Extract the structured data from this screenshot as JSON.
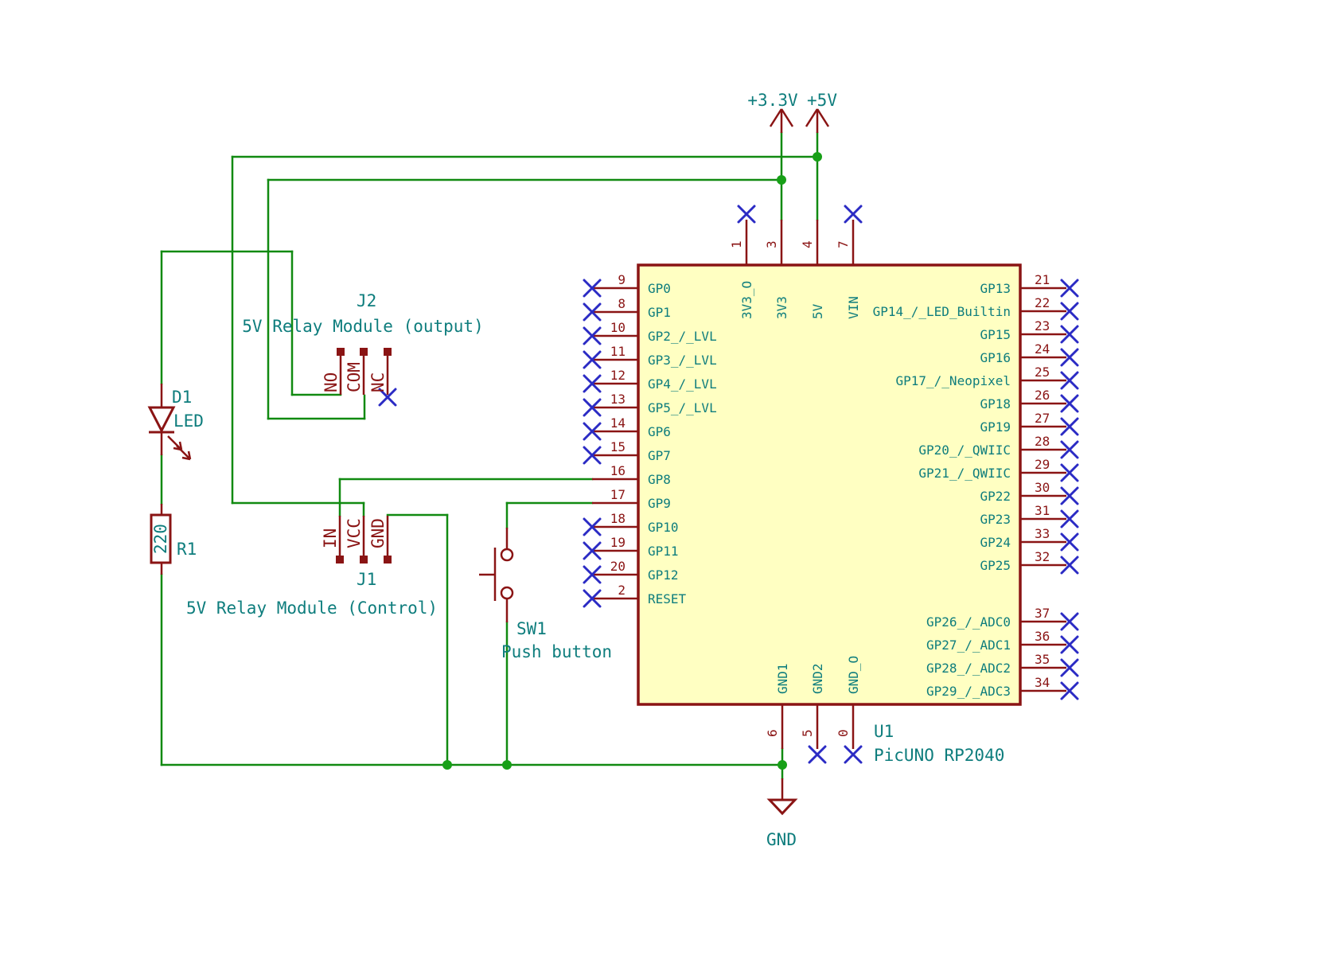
{
  "power": {
    "plus33": "+3.3V",
    "plus5": "+5V",
    "gnd": "GND"
  },
  "u1": {
    "ref": "U1",
    "value": "PicUNO RP2040",
    "left_pins": [
      {
        "num": "9",
        "name": "GP0",
        "nc": true
      },
      {
        "num": "8",
        "name": "GP1",
        "nc": true
      },
      {
        "num": "10",
        "name": "GP2_/_LVL",
        "nc": true
      },
      {
        "num": "11",
        "name": "GP3_/_LVL",
        "nc": true
      },
      {
        "num": "12",
        "name": "GP4_/_LVL",
        "nc": true
      },
      {
        "num": "13",
        "name": "GP5_/_LVL",
        "nc": true
      },
      {
        "num": "14",
        "name": "GP6",
        "nc": true
      },
      {
        "num": "15",
        "name": "GP7",
        "nc": true
      },
      {
        "num": "16",
        "name": "GP8",
        "nc": false
      },
      {
        "num": "17",
        "name": "GP9",
        "nc": false
      },
      {
        "num": "18",
        "name": "GP10",
        "nc": true
      },
      {
        "num": "19",
        "name": "GP11",
        "nc": true
      },
      {
        "num": "20",
        "name": "GP12",
        "nc": true
      },
      {
        "num": "2",
        "name": "RESET",
        "nc": true
      }
    ],
    "right_pins": [
      {
        "num": "21",
        "name": "GP13",
        "nc": true
      },
      {
        "num": "22",
        "name": "GP14_/_LED_Builtin",
        "nc": true
      },
      {
        "num": "23",
        "name": "GP15",
        "nc": true
      },
      {
        "num": "24",
        "name": "GP16",
        "nc": true
      },
      {
        "num": "25",
        "name": "GP17_/_Neopixel",
        "nc": true
      },
      {
        "num": "26",
        "name": "GP18",
        "nc": true
      },
      {
        "num": "27",
        "name": "GP19",
        "nc": true
      },
      {
        "num": "28",
        "name": "GP20_/_QWIIC",
        "nc": true
      },
      {
        "num": "29",
        "name": "GP21_/_QWIIC",
        "nc": true
      },
      {
        "num": "30",
        "name": "GP22",
        "nc": true
      },
      {
        "num": "31",
        "name": "GP23",
        "nc": true
      },
      {
        "num": "33",
        "name": "GP24",
        "nc": true
      },
      {
        "num": "32",
        "name": "GP25",
        "nc": true
      }
    ],
    "right_adc_pins": [
      {
        "num": "37",
        "name": "GP26_/_ADC0",
        "nc": true
      },
      {
        "num": "36",
        "name": "GP27_/_ADC1",
        "nc": true
      },
      {
        "num": "35",
        "name": "GP28_/_ADC2",
        "nc": true
      },
      {
        "num": "34",
        "name": "GP29_/_ADC3",
        "nc": true
      }
    ],
    "top_pins": [
      {
        "num": "1",
        "name": "3V3_O",
        "nc": true
      },
      {
        "num": "3",
        "name": "3V3",
        "nc": false
      },
      {
        "num": "4",
        "name": "5V",
        "nc": false
      },
      {
        "num": "7",
        "name": "VIN",
        "nc": true
      }
    ],
    "bottom_pins": [
      {
        "num": "6",
        "name": "GND1",
        "nc": false
      },
      {
        "num": "5",
        "name": "GND2",
        "nc": true
      },
      {
        "num": "0",
        "name": "GND_O",
        "nc": true
      }
    ]
  },
  "d1": {
    "ref": "D1",
    "value": "LED"
  },
  "r1": {
    "ref": "R1",
    "value": "220"
  },
  "sw1": {
    "ref": "SW1",
    "value": "Push button"
  },
  "j1": {
    "ref": "J1",
    "value": "5V Relay Module (Control)",
    "pins": [
      "IN",
      "VCC",
      "GND"
    ]
  },
  "j2": {
    "ref": "J2",
    "value": "5V Relay Module (output)",
    "pins": [
      "NO",
      "COM",
      "NC"
    ]
  },
  "colors": {
    "wire": "#118A11",
    "component": "#8A1414",
    "label_text": "#0E7D7D",
    "no_connect": "#2B2BC4",
    "ic_fill": "#FFFFC2",
    "junction": "#17A017",
    "background": "#FFFFFF"
  }
}
